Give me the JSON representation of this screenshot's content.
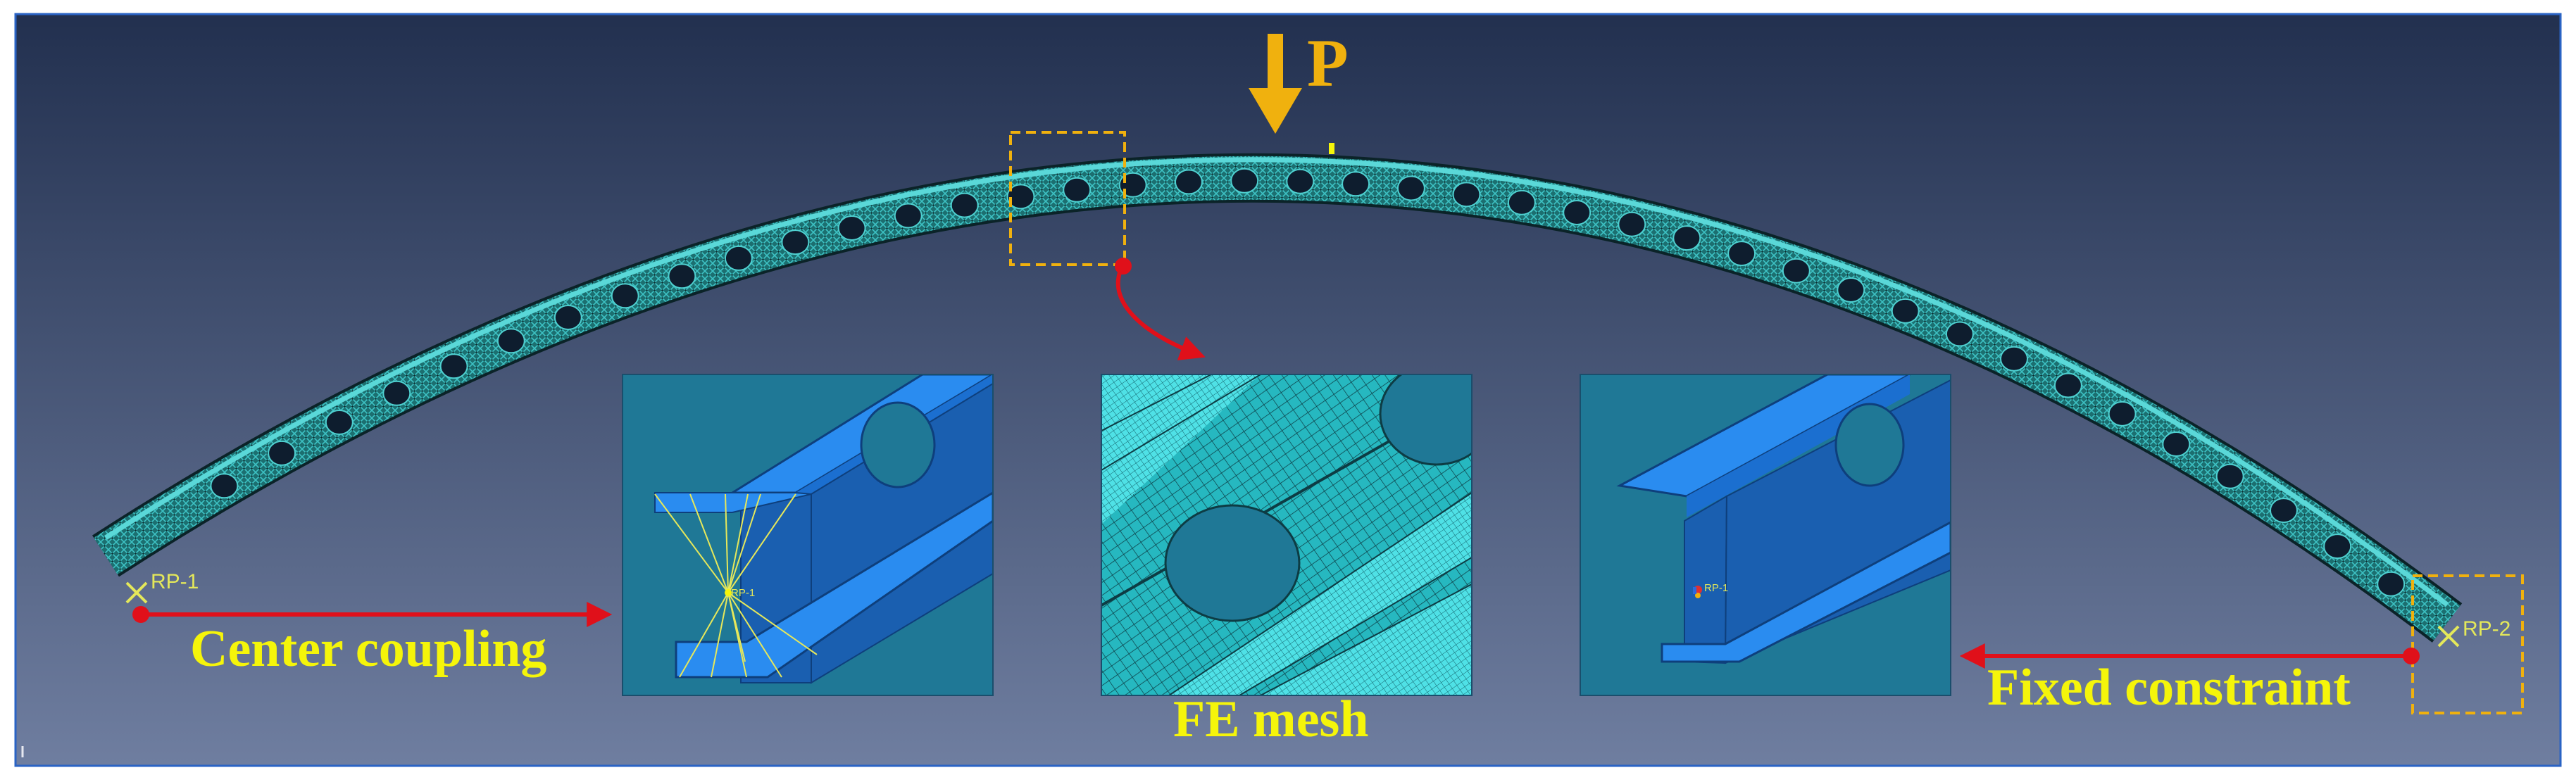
{
  "labels": {
    "load": "P",
    "center_coupling": "Center coupling",
    "fe_mesh": "FE mesh",
    "fixed_constraint": "Fixed constraint"
  },
  "reference_points": {
    "left": "RP-1",
    "right": "RP-2",
    "inset_left": "RP-1",
    "inset_right": "RP-1"
  },
  "colors": {
    "background_top": "#22304f",
    "background_bottom": "#6f7ea0",
    "beam": "#1c6f70",
    "mesh": "#46cfcf",
    "flange": "#2a8cf0",
    "web": "#1a5fb0",
    "label_yellow": "#f5f50a",
    "arrow_red": "#e0101a",
    "load_orange": "#f0b10e",
    "dashed_box": "#f0b10e"
  }
}
